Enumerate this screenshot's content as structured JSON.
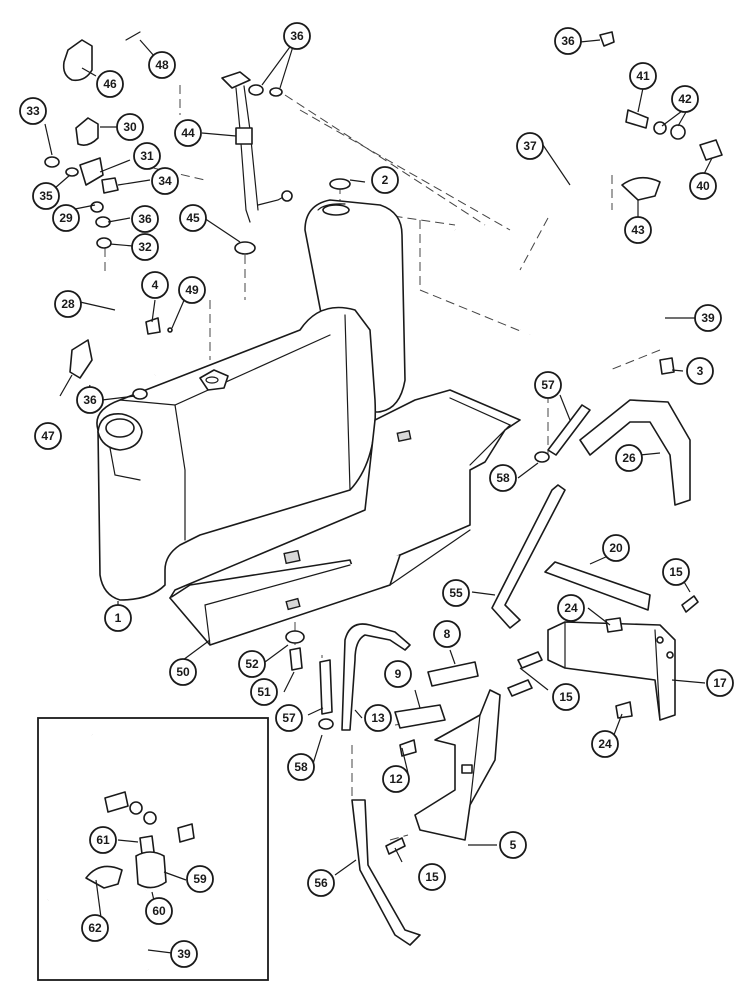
{
  "colors": {
    "ink": "#1a1a1a",
    "paper": "#ffffff",
    "shading": "#d8d8d8"
  },
  "callouts": [
    {
      "id": "c1",
      "label": "1"
    },
    {
      "id": "c2",
      "label": "2"
    },
    {
      "id": "c3",
      "label": "3"
    },
    {
      "id": "c4",
      "label": "4"
    },
    {
      "id": "c5",
      "label": "5"
    },
    {
      "id": "c8",
      "label": "8"
    },
    {
      "id": "c9",
      "label": "9"
    },
    {
      "id": "c12",
      "label": "12"
    },
    {
      "id": "c13",
      "label": "13"
    },
    {
      "id": "c15a",
      "label": "15"
    },
    {
      "id": "c15b",
      "label": "15"
    },
    {
      "id": "c15c",
      "label": "15"
    },
    {
      "id": "c17",
      "label": "17"
    },
    {
      "id": "c20",
      "label": "20"
    },
    {
      "id": "c24a",
      "label": "24"
    },
    {
      "id": "c24b",
      "label": "24"
    },
    {
      "id": "c26",
      "label": "26"
    },
    {
      "id": "c28",
      "label": "28"
    },
    {
      "id": "c29",
      "label": "29"
    },
    {
      "id": "c30",
      "label": "30"
    },
    {
      "id": "c31",
      "label": "31"
    },
    {
      "id": "c32",
      "label": "32"
    },
    {
      "id": "c33",
      "label": "33"
    },
    {
      "id": "c34",
      "label": "34"
    },
    {
      "id": "c35",
      "label": "35"
    },
    {
      "id": "c36a",
      "label": "36"
    },
    {
      "id": "c36b",
      "label": "36"
    },
    {
      "id": "c36c",
      "label": "36"
    },
    {
      "id": "c36d",
      "label": "36"
    },
    {
      "id": "c37",
      "label": "37"
    },
    {
      "id": "c39a",
      "label": "39"
    },
    {
      "id": "c39b",
      "label": "39"
    },
    {
      "id": "c40",
      "label": "40"
    },
    {
      "id": "c41",
      "label": "41"
    },
    {
      "id": "c42",
      "label": "42"
    },
    {
      "id": "c43",
      "label": "43"
    },
    {
      "id": "c44",
      "label": "44"
    },
    {
      "id": "c45",
      "label": "45"
    },
    {
      "id": "c46",
      "label": "46"
    },
    {
      "id": "c47",
      "label": "47"
    },
    {
      "id": "c48",
      "label": "48"
    },
    {
      "id": "c49",
      "label": "49"
    },
    {
      "id": "c50",
      "label": "50"
    },
    {
      "id": "c51",
      "label": "51"
    },
    {
      "id": "c52",
      "label": "52"
    },
    {
      "id": "c55",
      "label": "55"
    },
    {
      "id": "c56",
      "label": "56"
    },
    {
      "id": "c57a",
      "label": "57"
    },
    {
      "id": "c57b",
      "label": "57"
    },
    {
      "id": "c58a",
      "label": "58"
    },
    {
      "id": "c58b",
      "label": "58"
    },
    {
      "id": "c59",
      "label": "59"
    },
    {
      "id": "c60",
      "label": "60"
    },
    {
      "id": "c61",
      "label": "61"
    },
    {
      "id": "c62",
      "label": "62"
    }
  ]
}
